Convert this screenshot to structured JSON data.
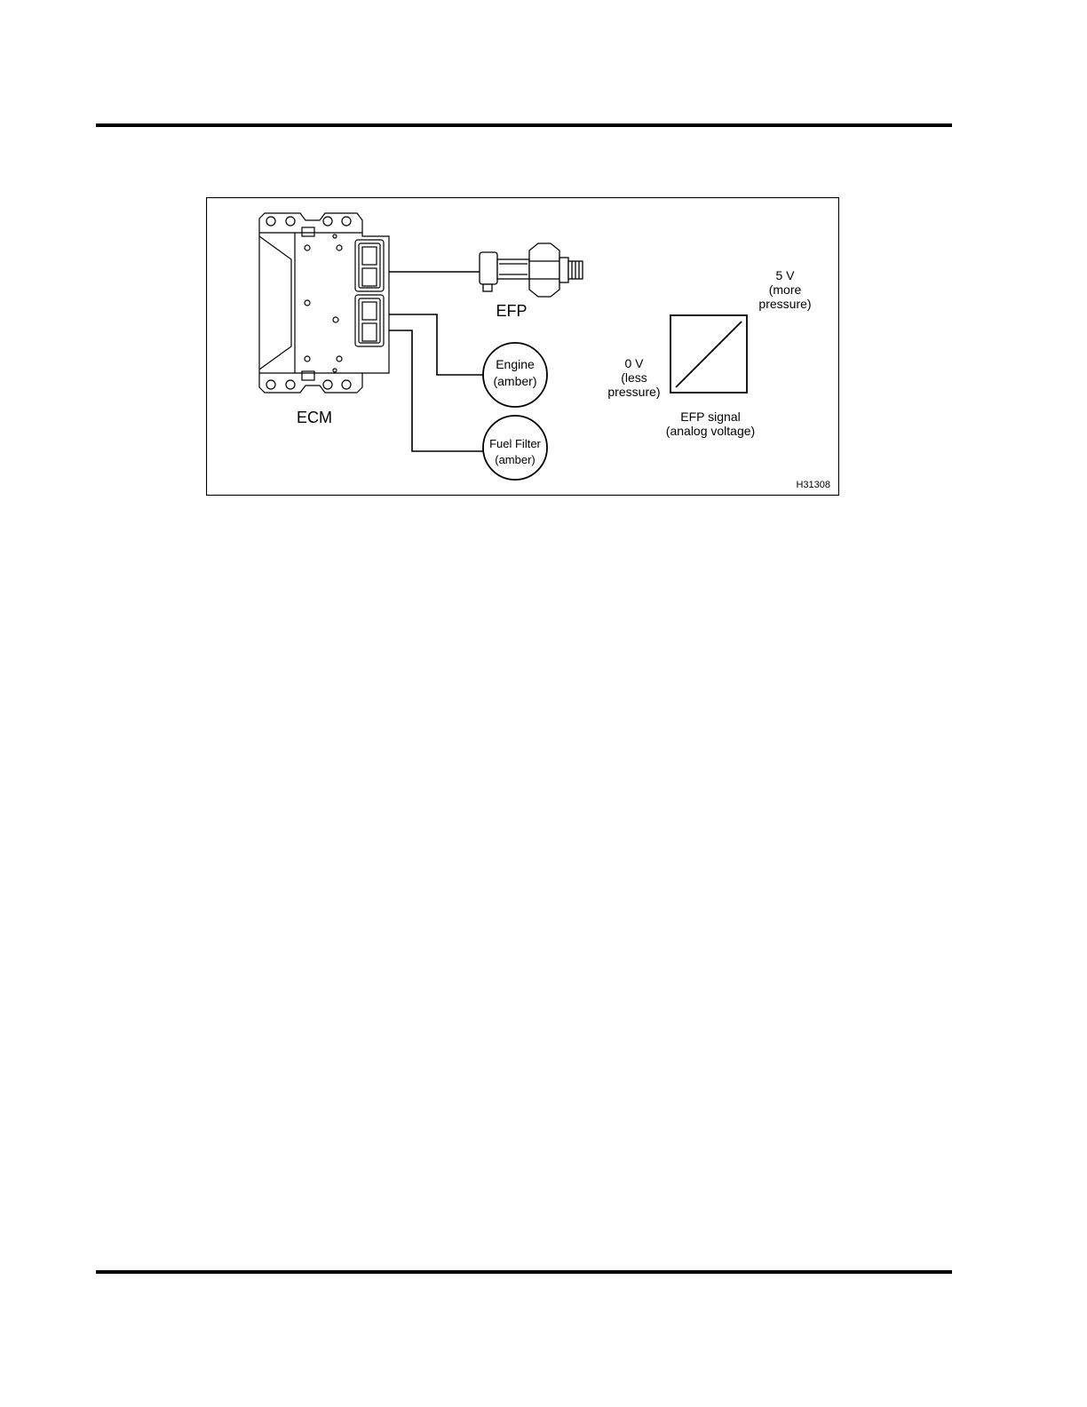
{
  "figure": {
    "ecm_label": "ECM",
    "efp_label": "EFP",
    "engine_lamp": {
      "line1": "Engine",
      "line2": "(amber)"
    },
    "fuel_filter_lamp": {
      "line1": "Fuel Filter",
      "line2": "(amber)"
    },
    "signal_graph": {
      "high_label": {
        "line1": "5 V",
        "line2": "(more",
        "line3": "pressure)"
      },
      "low_label": {
        "line1": "0 V",
        "line2": "(less",
        "line3": "pressure)"
      },
      "caption": {
        "line1": "EFP signal",
        "line2": "(analog voltage)"
      }
    },
    "figure_id": "H31308"
  }
}
